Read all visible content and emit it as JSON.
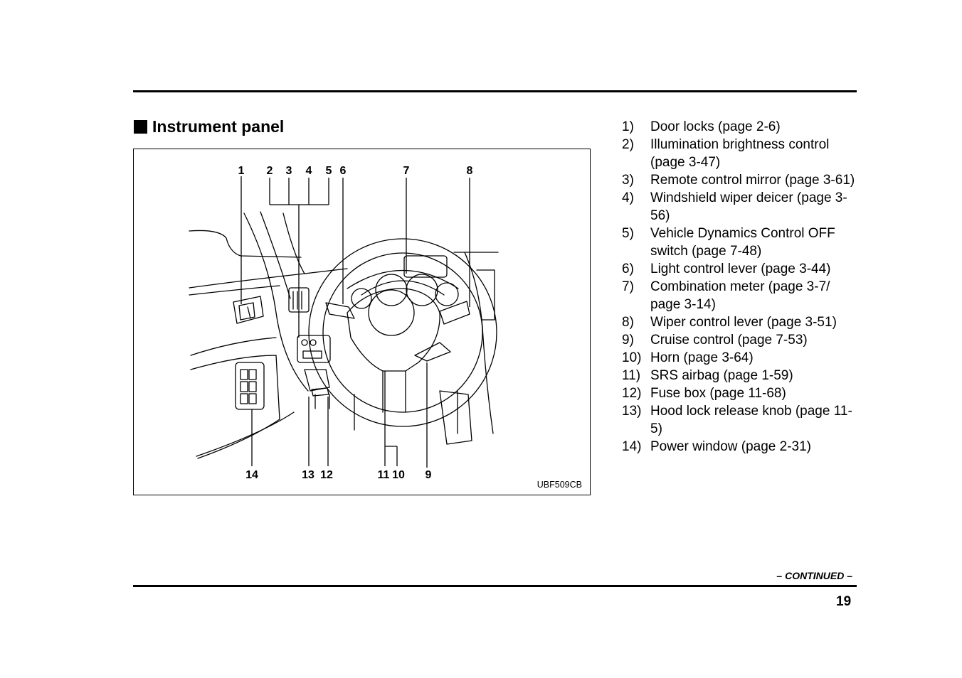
{
  "heading": {
    "title": "Instrument panel"
  },
  "figure": {
    "callouts_top": [
      "1",
      "2",
      "3",
      "4",
      "5",
      "6",
      "7",
      "8"
    ],
    "callouts_bottom": [
      "14",
      "13",
      "12",
      "11",
      "10",
      "9"
    ],
    "image_code": "UBF509CB"
  },
  "legend": [
    {
      "num": "1)",
      "text": "Door locks (page 2-6)"
    },
    {
      "num": "2)",
      "text": "Illumination brightness control (page 3-47)"
    },
    {
      "num": "3)",
      "text": "Remote control mirror (page 3-61)"
    },
    {
      "num": "4)",
      "text": "Windshield wiper deicer (page 3-56)"
    },
    {
      "num": "5)",
      "text": "Vehicle Dynamics Control OFF switch (page 7-48)"
    },
    {
      "num": "6)",
      "text": "Light control lever (page 3-44)"
    },
    {
      "num": "7)",
      "text": "Combination meter (page 3-7/ page 3-14)"
    },
    {
      "num": "8)",
      "text": "Wiper control lever (page 3-51)"
    },
    {
      "num": "9)",
      "text": "Cruise control (page 7-53)"
    },
    {
      "num": "10)",
      "text": "Horn (page 3-64)"
    },
    {
      "num": "11)",
      "text": "SRS airbag (page 1-59)"
    },
    {
      "num": "12)",
      "text": "Fuse box (page 11-68)"
    },
    {
      "num": "13)",
      "text": "Hood lock release knob (page 11-5)"
    },
    {
      "num": "14)",
      "text": "Power window (page 2-31)"
    }
  ],
  "footer": {
    "continued": "– CONTINUED –",
    "page_number": "19"
  }
}
